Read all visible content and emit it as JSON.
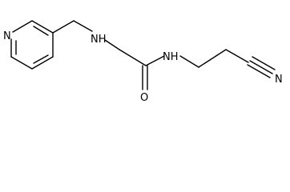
{
  "molecule": {
    "labels": {
      "pyridine_n": "N",
      "amine_nh": "NH",
      "amide_nh": "NH",
      "carbonyl_o": "O",
      "nitrile_n": "N"
    },
    "colors": {
      "bond": "#000000",
      "label": "#000000",
      "background": "#ffffff"
    }
  }
}
